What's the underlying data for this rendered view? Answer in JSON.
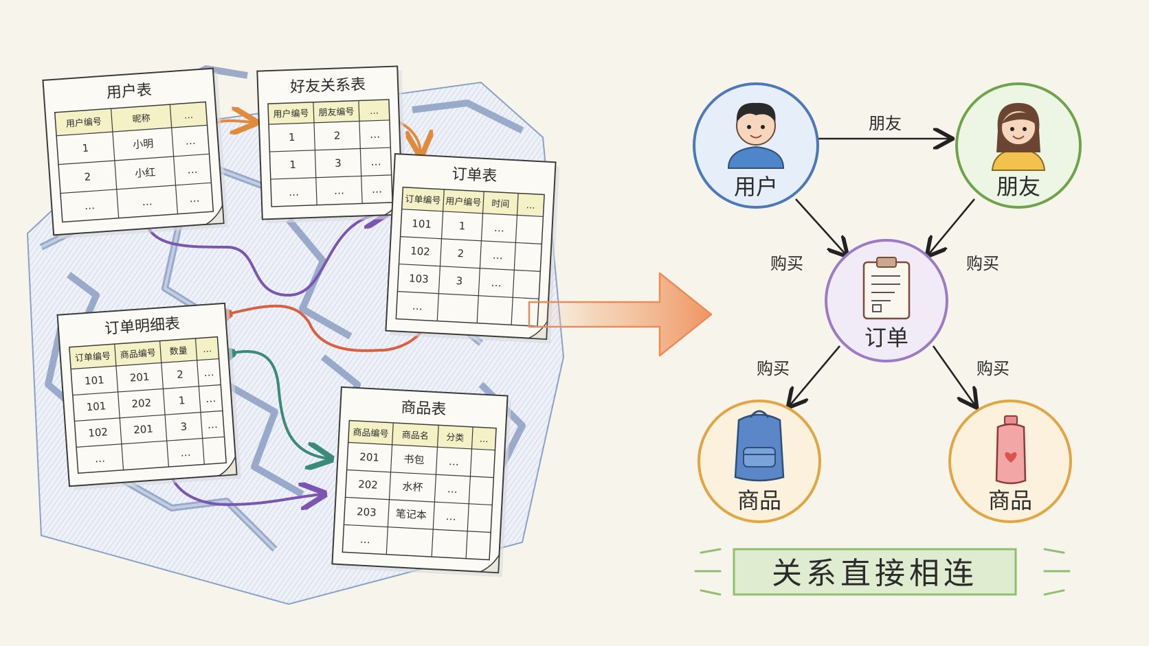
{
  "tables": [
    {
      "id": "users",
      "title": "用户表",
      "headers": [
        "用户编号",
        "昵称",
        "…"
      ],
      "rows": [
        [
          "1",
          "小明",
          "…"
        ],
        [
          "2",
          "小红",
          "…"
        ],
        [
          "…",
          "…",
          "…"
        ]
      ]
    },
    {
      "id": "friends",
      "title": "好友关系表",
      "headers": [
        "用户编号",
        "朋友编号",
        "…"
      ],
      "rows": [
        [
          "1",
          "2",
          "…"
        ],
        [
          "1",
          "3",
          "…"
        ],
        [
          "…",
          "…",
          "…"
        ]
      ]
    },
    {
      "id": "orders",
      "title": "订单表",
      "headers": [
        "订单编号",
        "用户编号",
        "时间",
        "…"
      ],
      "rows": [
        [
          "101",
          "1",
          "…",
          ""
        ],
        [
          "102",
          "2",
          "…",
          ""
        ],
        [
          "103",
          "3",
          "…",
          ""
        ],
        [
          "…",
          "",
          "",
          ""
        ]
      ]
    },
    {
      "id": "order_items",
      "title": "订单明细表",
      "headers": [
        "订单编号",
        "商品编号",
        "数量",
        "…"
      ],
      "rows": [
        [
          "101",
          "201",
          "2",
          "…"
        ],
        [
          "101",
          "202",
          "1",
          "…"
        ],
        [
          "102",
          "201",
          "3",
          "…"
        ],
        [
          "…",
          "",
          "…",
          ""
        ]
      ]
    },
    {
      "id": "products",
      "title": "商品表",
      "headers": [
        "商品编号",
        "商品名",
        "分类",
        "…"
      ],
      "rows": [
        [
          "201",
          "书包",
          "…",
          ""
        ],
        [
          "202",
          "水杯",
          "…",
          ""
        ],
        [
          "203",
          "笔记本",
          "…",
          ""
        ],
        [
          "…",
          "",
          "",
          ""
        ]
      ]
    }
  ],
  "graph": {
    "nodes": {
      "user": {
        "label": "用户",
        "color": "#4a78b8",
        "icon": "boy-avatar-icon"
      },
      "friend": {
        "label": "朋友",
        "color": "#6fa34a",
        "icon": "girl-avatar-icon"
      },
      "order": {
        "label": "订单",
        "color": "#9b7cc4",
        "icon": "clipboard-icon"
      },
      "product1": {
        "label": "商品",
        "color": "#e0a642",
        "icon": "backpack-icon"
      },
      "product2": {
        "label": "商品",
        "color": "#e0a642",
        "icon": "water-bottle-icon"
      }
    },
    "edges": {
      "user_friend": "朋友",
      "user_order": "购买",
      "friend_order": "购买",
      "order_product1": "购买",
      "order_product2": "购买"
    }
  },
  "banner": "关系直接相连",
  "colors": {
    "maze_wall": "#aebbd6",
    "paper": "#fbfaf5",
    "header_tint": "#f4f1c7",
    "arrow_orange": "#e08a3c",
    "arrow_purple": "#7b56b0",
    "arrow_red": "#d9603f",
    "arrow_teal": "#3b8a79",
    "banner_bg": "#dfeccf",
    "banner_border": "#8fbf6f"
  }
}
